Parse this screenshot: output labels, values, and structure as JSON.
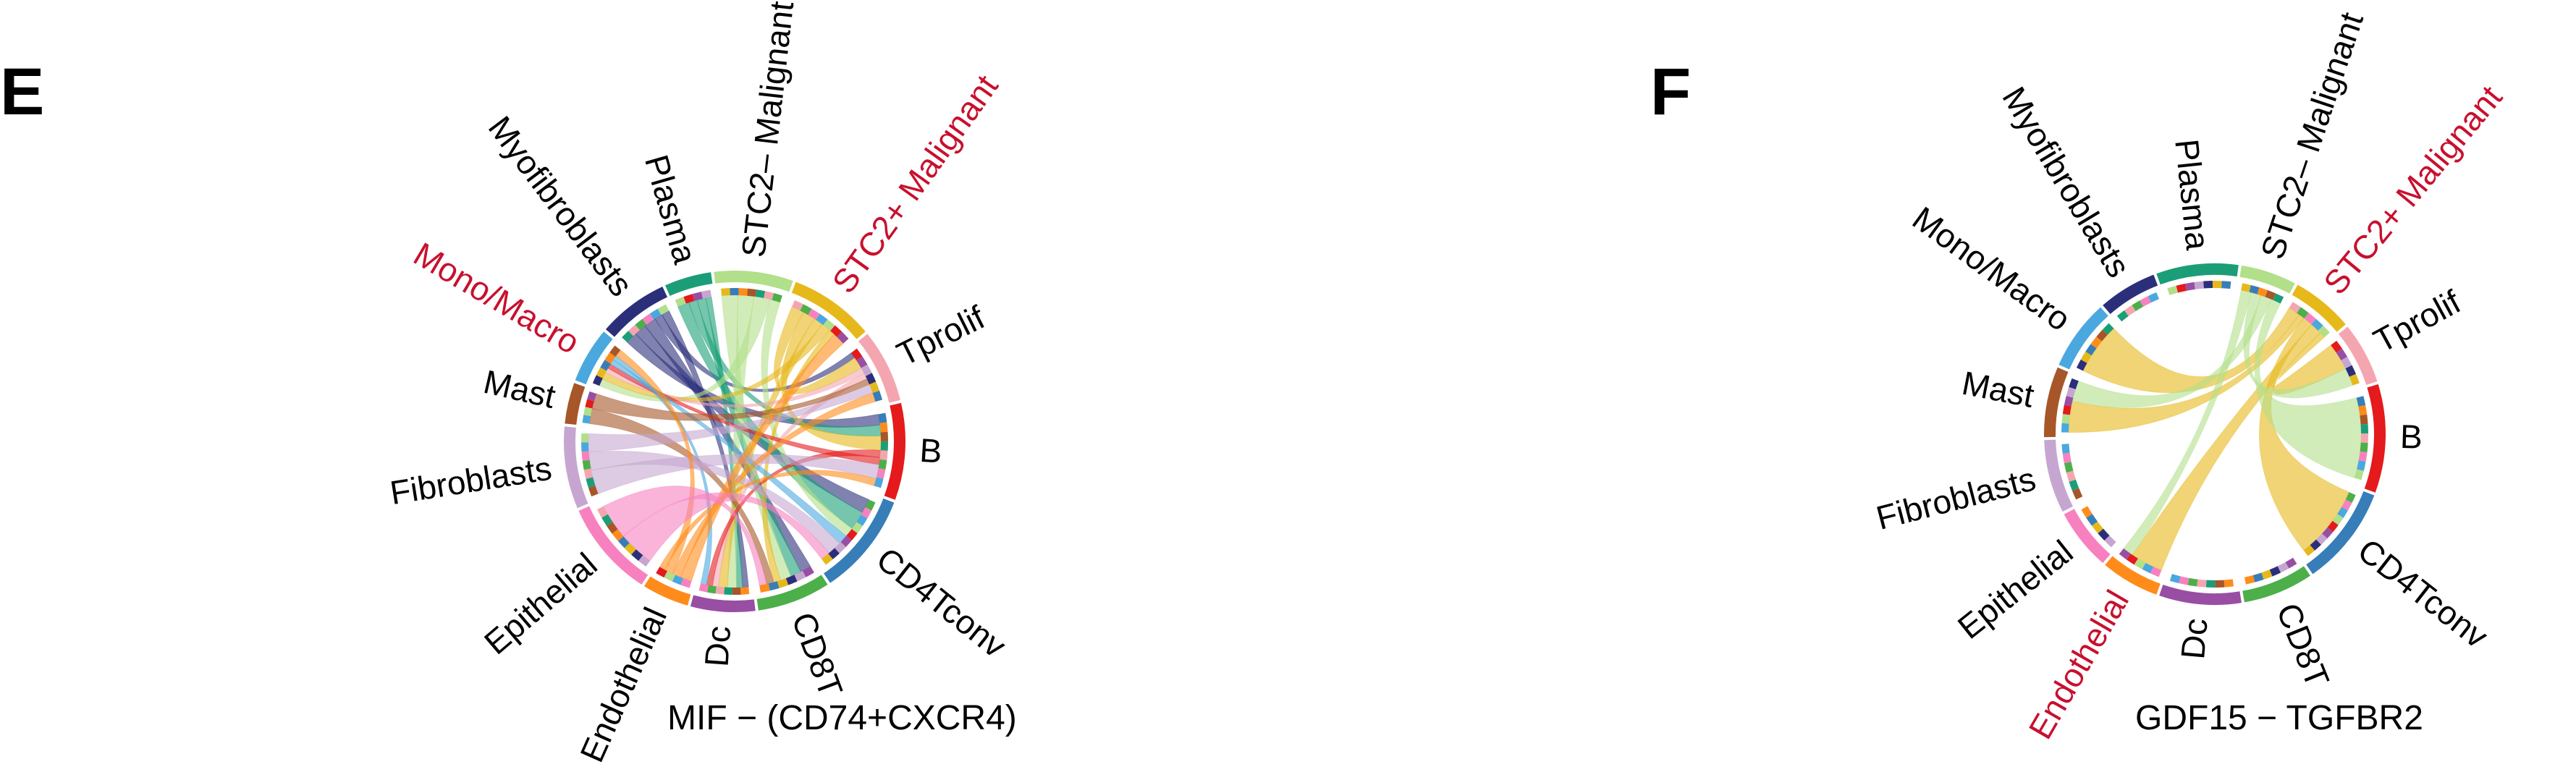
{
  "colors": {
    "Plasma": "#1b9e77",
    "STC2- Malignant": "#b2df8a",
    "STC2+ Malignant": "#e6b81a",
    "Tprolif": "#f4a6b0",
    "B": "#e41a1c",
    "CD4Tconv": "#377eb8",
    "CD8T": "#4daf4a",
    "Dc": "#984ea3",
    "Endothelial": "#ff8c1a",
    "Epithelial": "#f781bf",
    "Fibroblasts": "#c6a6d1",
    "Mast": "#a65628",
    "Mono/Macro": "#4aa8df",
    "Myofibroblasts": "#2b2f7a",
    "highlight": "#c8102e",
    "text": "#000000",
    "yellow_ribbon": "#f0d64a",
    "green_ribbon": "#b5dc96"
  },
  "panels": [
    {
      "letter": "E",
      "caption": "MIF − (CD74+CXCR4)",
      "sectors": [
        {
          "name": "Plasma",
          "label": "Plasma",
          "start": -24,
          "end": -8,
          "highlight": false
        },
        {
          "name": "STC2- Malignant",
          "label": "STC2– Malignant",
          "start": -7,
          "end": 20,
          "highlight": false
        },
        {
          "name": "STC2+ Malignant",
          "label": "STC2+ Malignant",
          "start": 21,
          "end": 50,
          "highlight": true
        },
        {
          "name": "Tprolif",
          "label": "Tprolif",
          "start": 51,
          "end": 76,
          "highlight": false
        },
        {
          "name": "B",
          "label": "B",
          "start": 77,
          "end": 110,
          "highlight": false
        },
        {
          "name": "CD4Tconv",
          "label": "CD4Tconv",
          "start": 111,
          "end": 146,
          "highlight": false
        },
        {
          "name": "CD8T",
          "label": "CD8T",
          "start": 147,
          "end": 172,
          "highlight": false
        },
        {
          "name": "Dc",
          "label": "Dc",
          "start": 173,
          "end": 195,
          "highlight": false
        },
        {
          "name": "Endothelial",
          "label": "Endothelial",
          "start": 196,
          "end": 212,
          "highlight": false
        },
        {
          "name": "Epithelial",
          "label": "Epithelial",
          "start": 213,
          "end": 246,
          "highlight": false
        },
        {
          "name": "Fibroblasts",
          "label": "Fibroblasts",
          "start": 247,
          "end": 275,
          "highlight": false
        },
        {
          "name": "Mast",
          "label": "Mast",
          "start": 276,
          "end": 290,
          "highlight": false
        },
        {
          "name": "Mono/Macro",
          "label": "Mono/Macro",
          "start": 291,
          "end": 310,
          "highlight": true
        },
        {
          "name": "Myofibroblasts",
          "label": "Myofibroblasts",
          "start": 311,
          "end": 335,
          "highlight": false
        }
      ],
      "links": [
        {
          "from": "Myofibroblasts",
          "to": "B",
          "w": 3
        },
        {
          "from": "Myofibroblasts",
          "to": "CD4Tconv",
          "w": 3
        },
        {
          "from": "Myofibroblasts",
          "to": "CD8T",
          "w": 3
        },
        {
          "from": "Myofibroblasts",
          "to": "Tprolif",
          "w": 2
        },
        {
          "from": "Myofibroblasts",
          "to": "Dc",
          "w": 2
        },
        {
          "from": "Plasma",
          "to": "CD4Tconv",
          "w": 4
        },
        {
          "from": "Plasma",
          "to": "B",
          "w": 3
        },
        {
          "from": "Plasma",
          "to": "CD8T",
          "w": 3
        },
        {
          "from": "Plasma",
          "to": "Dc",
          "w": 2
        },
        {
          "from": "STC2- Malignant",
          "to": "CD8T",
          "w": 3
        },
        {
          "from": "STC2- Malignant",
          "to": "Dc",
          "w": 3
        },
        {
          "from": "STC2- Malignant",
          "to": "Mono/Macro",
          "w": 3
        },
        {
          "from": "STC2- Malignant",
          "to": "CD4Tconv",
          "w": 2
        },
        {
          "from": "STC2+ Malignant",
          "to": "Tprolif",
          "w": 4
        },
        {
          "from": "STC2+ Malignant",
          "to": "B",
          "w": 4
        },
        {
          "from": "STC2+ Malignant",
          "to": "Dc",
          "w": 3
        },
        {
          "from": "STC2+ Malignant",
          "to": "Mono/Macro",
          "w": 3
        },
        {
          "from": "STC2+ Malignant",
          "to": "CD8T",
          "w": 2
        },
        {
          "from": "Tprolif",
          "to": "Mono/Macro",
          "w": 2
        },
        {
          "from": "Tprolif",
          "to": "Dc",
          "w": 2
        },
        {
          "from": "B",
          "to": "Dc",
          "w": 2
        },
        {
          "from": "B",
          "to": "Mono/Macro",
          "w": 2
        },
        {
          "from": "Mono/Macro",
          "to": "CD4Tconv",
          "w": 2
        },
        {
          "from": "Mono/Macro",
          "to": "Dc",
          "w": 2
        },
        {
          "from": "Mast",
          "to": "CD8T",
          "w": 2
        },
        {
          "from": "Mast",
          "to": "Tprolif",
          "w": 2
        },
        {
          "from": "Fibroblasts",
          "to": "B",
          "w": 4
        },
        {
          "from": "Fibroblasts",
          "to": "CD4Tconv",
          "w": 3
        },
        {
          "from": "Fibroblasts",
          "to": "Tprolif",
          "w": 3
        },
        {
          "from": "Endothelial",
          "to": "STC2+ Malignant",
          "w": 4
        },
        {
          "from": "Endothelial",
          "to": "Tprolif",
          "w": 3
        },
        {
          "from": "Endothelial",
          "to": "Mono/Macro",
          "w": 3
        },
        {
          "from": "Endothelial",
          "to": "B",
          "w": 2
        },
        {
          "from": "Epithelial",
          "to": "CD4Tconv",
          "w": 2
        },
        {
          "from": "Epithelial",
          "to": "CD8T",
          "w": 2
        }
      ]
    },
    {
      "letter": "F",
      "caption": "GDF15 − TGFBR2",
      "sectors": [
        {
          "name": "Plasma",
          "label": "Plasma",
          "start": -20,
          "end": 8,
          "highlight": false
        },
        {
          "name": "STC2- Malignant",
          "label": "STC2– Malignant",
          "start": 9,
          "end": 28,
          "highlight": false
        },
        {
          "name": "STC2+ Malignant",
          "label": "STC2+ Malignant",
          "start": 29,
          "end": 50,
          "highlight": true
        },
        {
          "name": "Tprolif",
          "label": "Tprolif",
          "start": 51,
          "end": 72,
          "highlight": false
        },
        {
          "name": "B",
          "label": "B",
          "start": 73,
          "end": 110,
          "highlight": false
        },
        {
          "name": "CD4Tconv",
          "label": "CD4Tconv",
          "start": 111,
          "end": 145,
          "highlight": false
        },
        {
          "name": "CD8T",
          "label": "CD8T",
          "start": 146,
          "end": 170,
          "highlight": false
        },
        {
          "name": "Dc",
          "label": "Dc",
          "start": 171,
          "end": 199,
          "highlight": false
        },
        {
          "name": "Endothelial",
          "label": "Endothelial",
          "start": 200,
          "end": 220,
          "highlight": true
        },
        {
          "name": "Epithelial",
          "label": "Epithelial",
          "start": 221,
          "end": 242,
          "highlight": false
        },
        {
          "name": "Fibroblasts",
          "label": "Fibroblasts",
          "start": 243,
          "end": 268,
          "highlight": false
        },
        {
          "name": "Mast",
          "label": "Mast",
          "start": 269,
          "end": 293,
          "highlight": false
        },
        {
          "name": "Mono/Macro",
          "label": "Mono/Macro",
          "start": 294,
          "end": 318,
          "highlight": false
        },
        {
          "name": "Myofibroblasts",
          "label": "Myofibroblasts",
          "start": 319,
          "end": 339,
          "highlight": false
        }
      ],
      "links": [
        {
          "from": "STC2+ Malignant",
          "to": "Mono/Macro",
          "w": 6
        },
        {
          "from": "STC2+ Malignant",
          "to": "Mast",
          "w": 3
        },
        {
          "from": "STC2+ Malignant",
          "to": "CD4Tconv",
          "w": 5
        },
        {
          "from": "STC2+ Malignant",
          "to": "Endothelial",
          "w": 6
        },
        {
          "from": "STC2+ Malignant",
          "to": "Tprolif",
          "w": 3
        },
        {
          "from": "STC2- Malignant",
          "to": "Endothelial",
          "w": 2
        },
        {
          "from": "STC2- Malignant",
          "to": "Tprolif",
          "w": 2
        },
        {
          "from": "STC2- Malignant",
          "to": "Mast",
          "w": 2
        },
        {
          "from": "STC2- Malignant",
          "to": "B",
          "w": 2
        }
      ]
    }
  ]
}
